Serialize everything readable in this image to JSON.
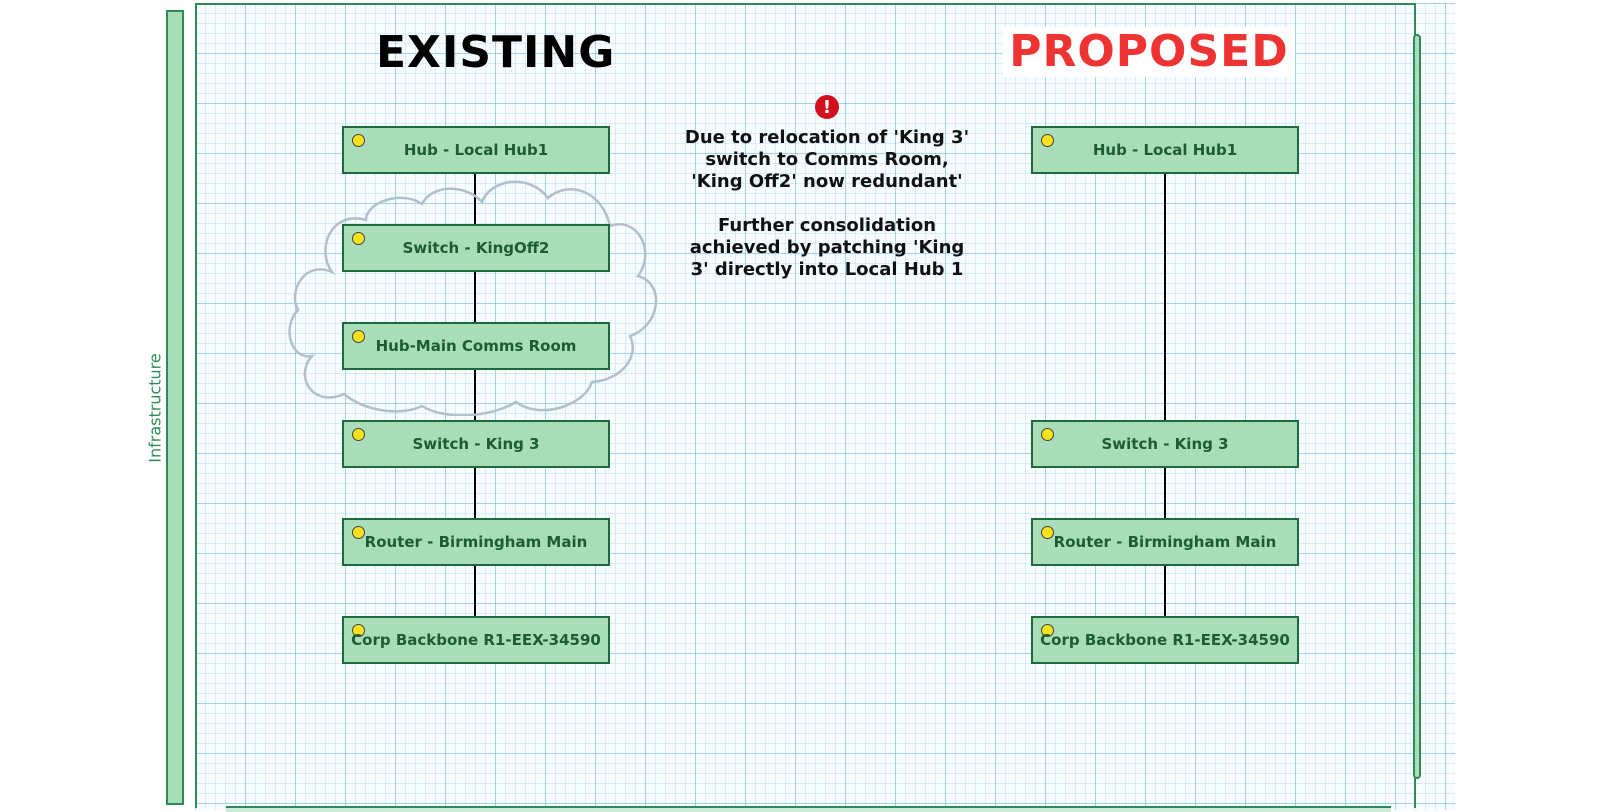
{
  "swimlane": {
    "label": "Infrastructure"
  },
  "existing": {
    "heading": "EXISTING",
    "nodes": [
      {
        "label": "Hub - Local Hub1"
      },
      {
        "label": "Switch - KingOff2"
      },
      {
        "label": "Hub-Main Comms Room"
      },
      {
        "label": "Switch - King 3"
      },
      {
        "label": "Router - Birmingham Main"
      },
      {
        "label": "Corp Backbone R1-EEX-34590"
      }
    ]
  },
  "proposed": {
    "heading": "PROPOSED",
    "nodes": [
      {
        "label": "Hub - Local Hub1"
      },
      {
        "label": "Switch - King 3"
      },
      {
        "label": "Router - Birmingham Main"
      },
      {
        "label": "Corp Backbone R1-EEX-34590"
      }
    ]
  },
  "notes": {
    "alert_glyph": "!",
    "paragraph1": "Due to relocation of 'King 3'\nswitch to Comms Room,\n'King Off2' now redundant'",
    "paragraph2": "Further consolidation\nachieved by patching 'King\n3' directly into Local Hub 1"
  },
  "colors": {
    "node_fill": "#a9dcb9",
    "node_border": "#1d6b3c",
    "proposed_heading": "#ee3333",
    "alert": "#d0101c",
    "cloud": "#b3bfca"
  }
}
